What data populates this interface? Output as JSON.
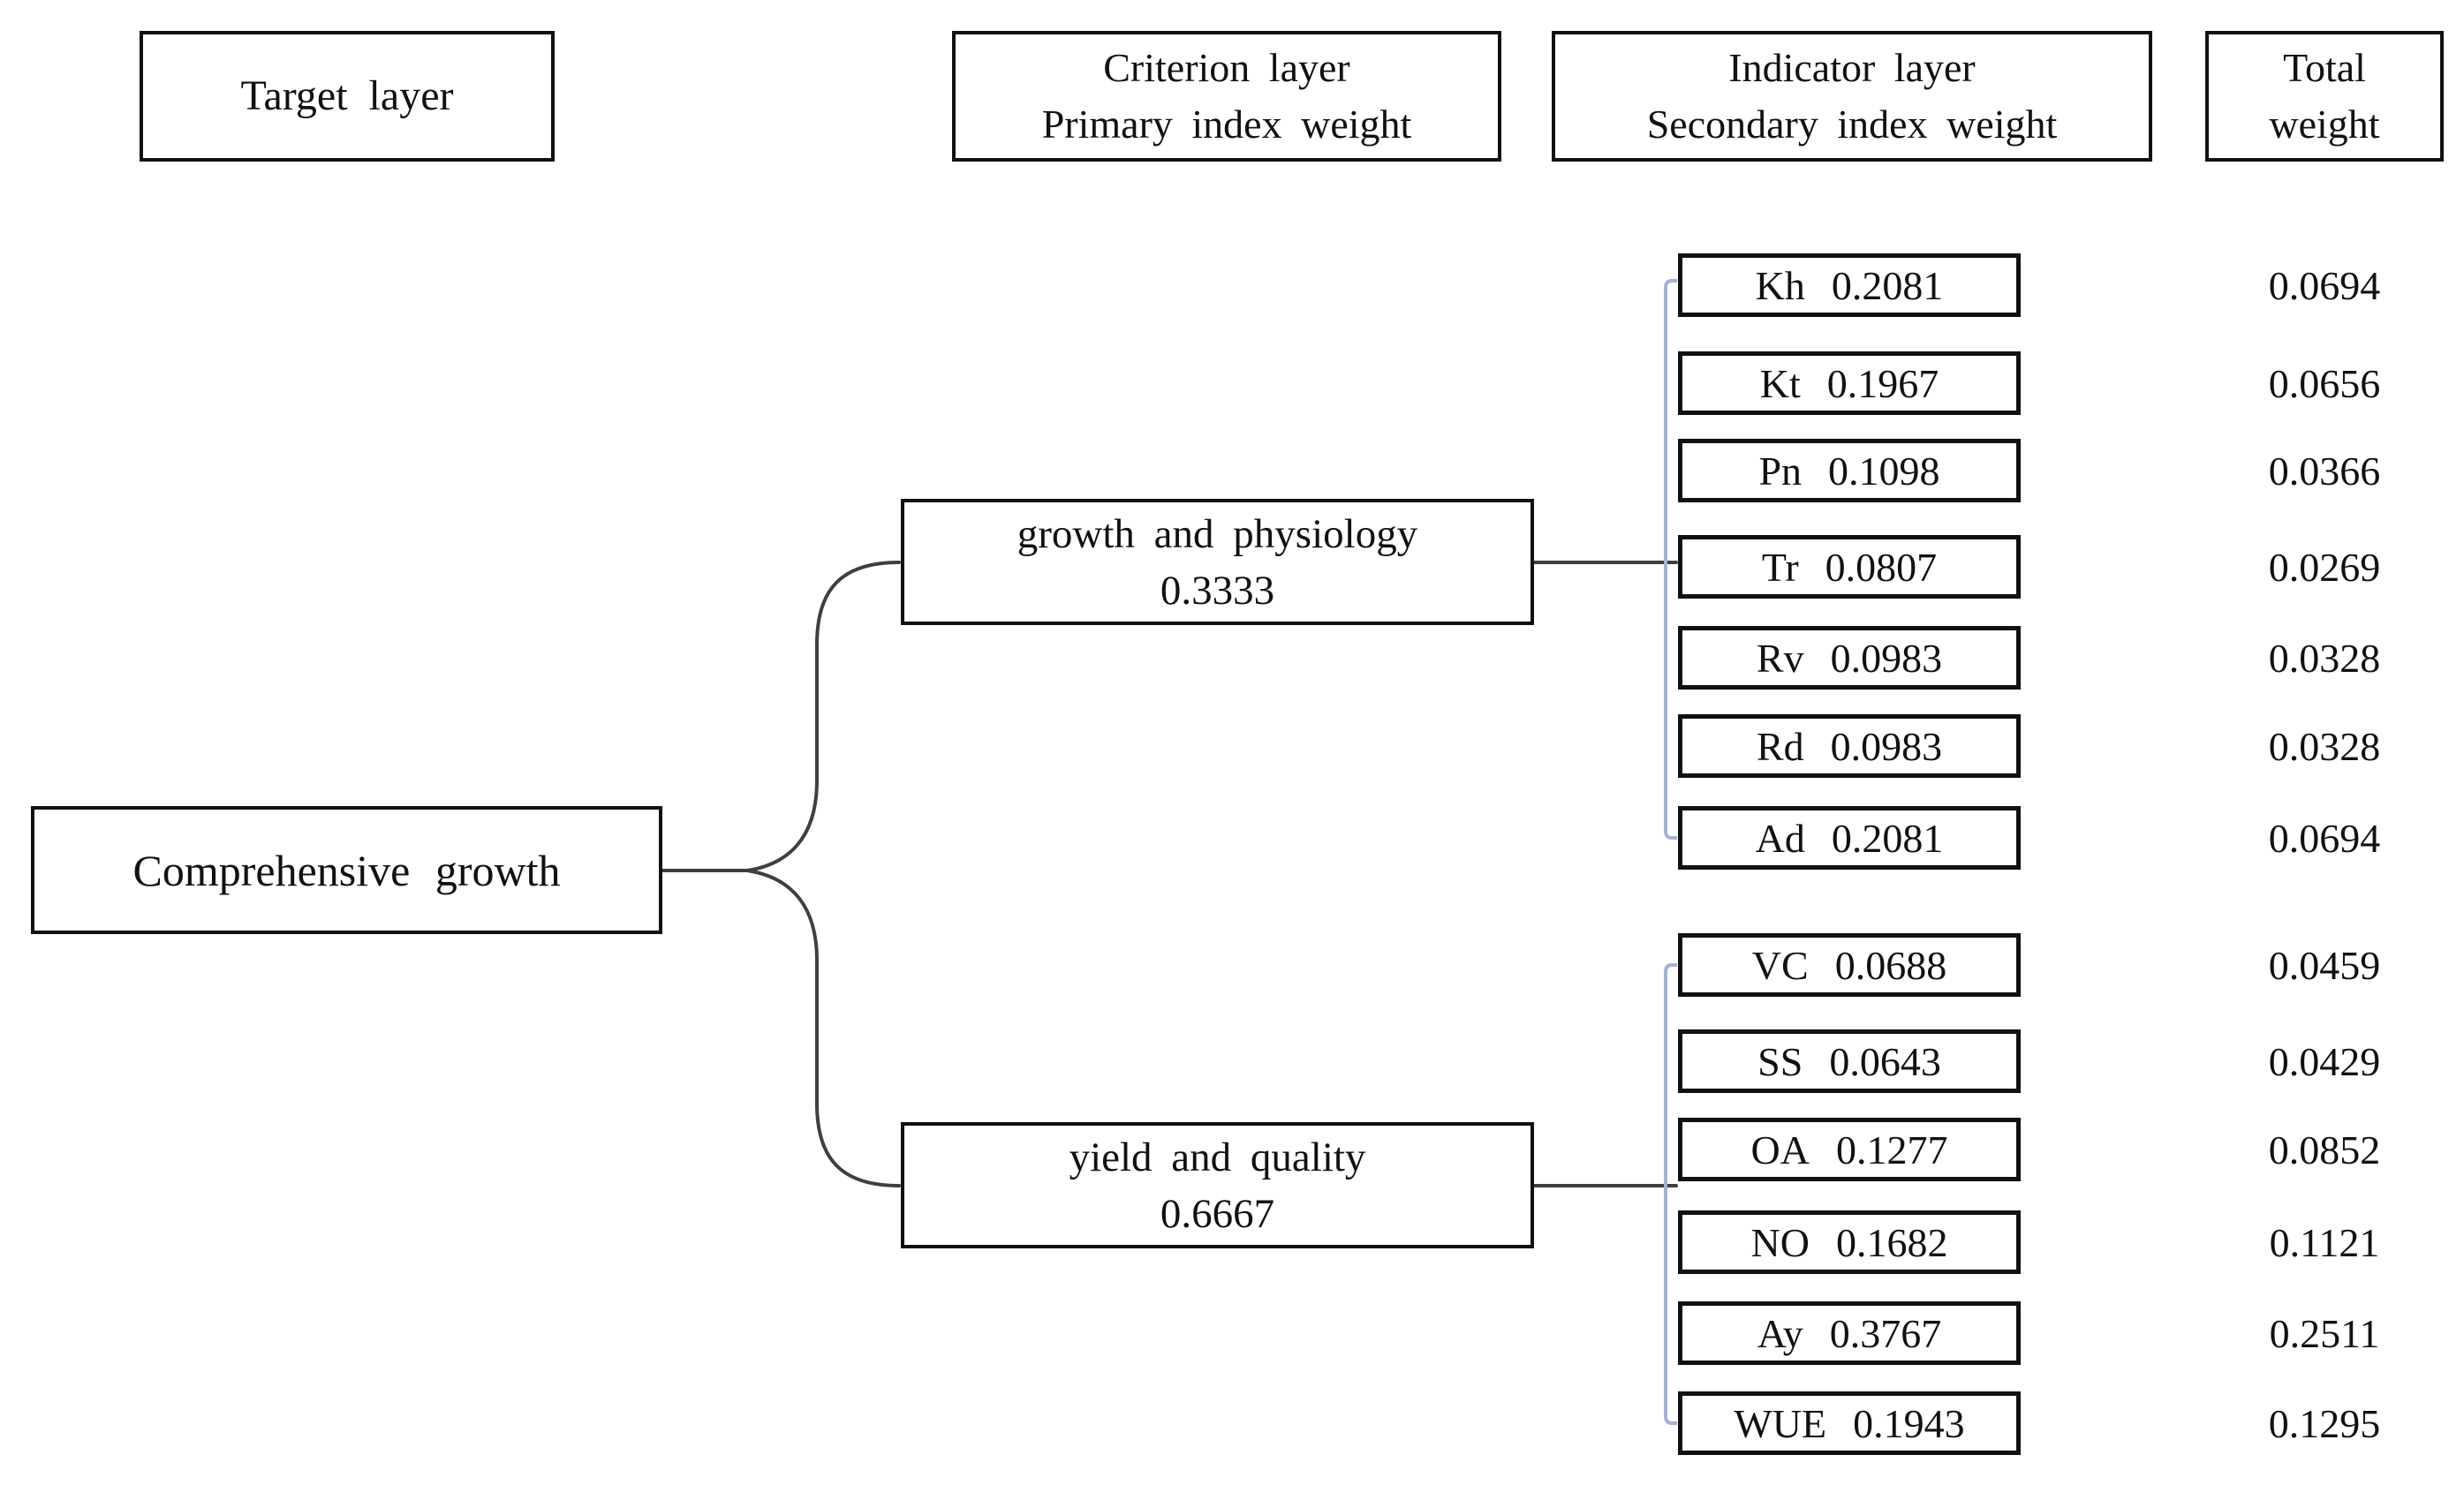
{
  "figure": {
    "headers": {
      "target": "Target layer",
      "criterion_line1": "Criterion layer",
      "criterion_line2": "Primary index weight",
      "indicator_line1": "Indicator layer",
      "indicator_line2": "Secondary index weight",
      "total_line1": "Total",
      "total_line2": "weight"
    },
    "root": {
      "label": "Comprehensive growth"
    },
    "criteria": [
      {
        "label": "growth and physiology",
        "weight": "0.3333",
        "indicators": [
          {
            "code": "Kh",
            "weight": "0.2081",
            "total": "0.0694"
          },
          {
            "code": "Kt",
            "weight": "0.1967",
            "total": "0.0656"
          },
          {
            "code": "Pn",
            "weight": "0.1098",
            "total": "0.0366"
          },
          {
            "code": "Tr",
            "weight": "0.0807",
            "total": "0.0269"
          },
          {
            "code": "Rv",
            "weight": "0.0983",
            "total": "0.0328"
          },
          {
            "code": "Rd",
            "weight": "0.0983",
            "total": "0.0328"
          },
          {
            "code": "Ad",
            "weight": "0.2081",
            "total": "0.0694"
          }
        ]
      },
      {
        "label": "yield and quality",
        "weight": "0.6667",
        "indicators": [
          {
            "code": "VC",
            "weight": "0.0688",
            "total": "0.0459"
          },
          {
            "code": "SS",
            "weight": "0.0643",
            "total": "0.0429"
          },
          {
            "code": "OA",
            "weight": "0.1277",
            "total": "0.0852"
          },
          {
            "code": "NO",
            "weight": "0.1682",
            "total": "0.1121"
          },
          {
            "code": "Ay",
            "weight": "0.3767",
            "total": "0.2511"
          },
          {
            "code": "WUE",
            "weight": "0.1943",
            "total": "0.1295"
          }
        ]
      }
    ],
    "colors": {
      "box_border": "#111111",
      "connector_line": "#3f3f3f",
      "bracket_line": "#a4b3d3",
      "text": "#111111",
      "background": "#ffffff"
    }
  }
}
